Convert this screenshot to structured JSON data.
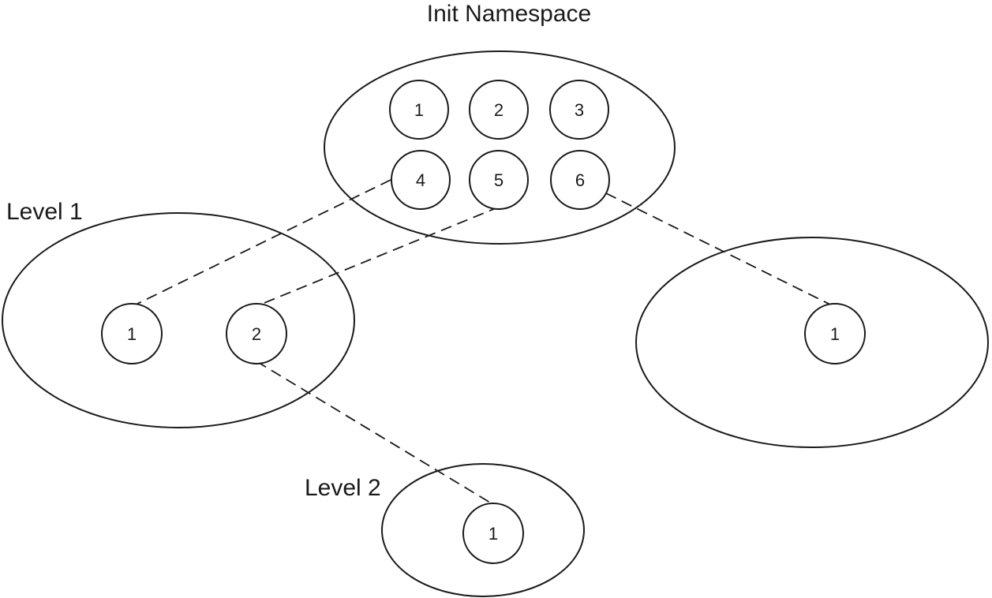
{
  "labels": {
    "init": "Init Namespace",
    "level1": "Level 1",
    "level2": "Level 2"
  },
  "namespaces": {
    "init": {
      "pids": [
        "1",
        "2",
        "3",
        "4",
        "5",
        "6"
      ]
    },
    "level1_left": {
      "pids": [
        "1",
        "2"
      ]
    },
    "level1_right": {
      "pids": [
        "1"
      ]
    },
    "level2": {
      "pids": [
        "1"
      ]
    }
  },
  "mappings": [
    {
      "from": "init.4",
      "to": "level1_left.1"
    },
    {
      "from": "init.5",
      "to": "level1_left.2"
    },
    {
      "from": "init.6",
      "to": "level1_right.1"
    },
    {
      "from": "level1_left.2",
      "to": "level2.1"
    }
  ]
}
